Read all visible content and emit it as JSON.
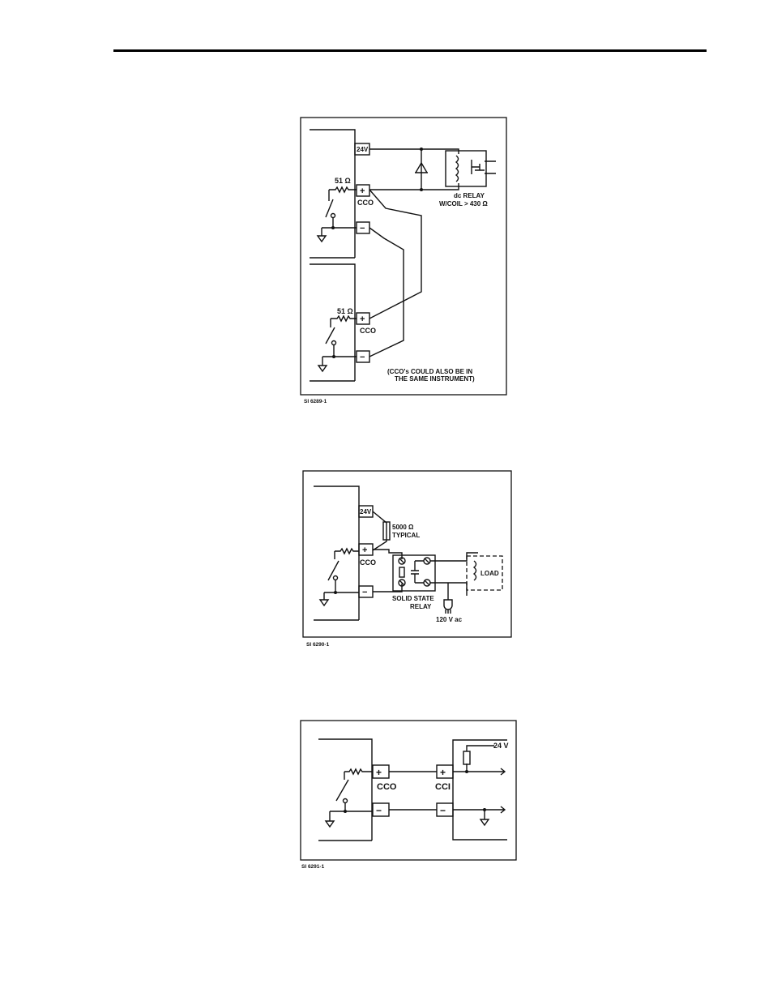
{
  "figure1": {
    "label_24v": "24V",
    "label_resistor_top": "51 Ω",
    "label_plus_top": "+",
    "label_cco_top": "CCO",
    "label_minus_top": "−",
    "label_relay_line1": "dc RELAY",
    "label_relay_line2": "W/COIL > 430 Ω",
    "label_resistor_bottom": "51 Ω",
    "label_plus_bottom": "+",
    "label_cco_bottom": "CCO",
    "label_minus_bottom": "−",
    "note_line1": "(CCO's COULD ALSO BE IN",
    "note_line2": "THE SAME INSTRUMENT)",
    "code": "SI 6289-1"
  },
  "figure2": {
    "label_24v": "24V",
    "label_pullup_line1": "5000 Ω",
    "label_pullup_line2": "TYPICAL",
    "label_plus": "+",
    "label_cco": "CCO",
    "label_minus": "−",
    "label_ssr_line1": "SOLID STATE",
    "label_ssr_line2": "RELAY",
    "label_load": "LOAD",
    "label_supply": "120 V ac",
    "code": "SI 6290-1"
  },
  "figure3": {
    "label_24v": "24 V",
    "label_plus_cco": "+",
    "label_cco": "CCO",
    "label_plus_cci": "+",
    "label_cci": "CCI",
    "label_minus_cco": "−",
    "label_minus_cci": "−",
    "code": "SI 6291-1"
  }
}
